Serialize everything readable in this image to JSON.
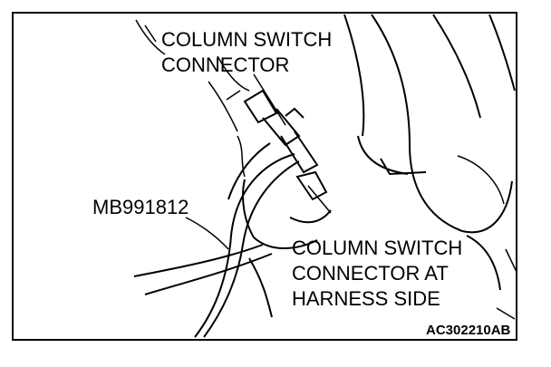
{
  "labels": {
    "column_switch_connector": [
      "COLUMN SWITCH",
      "CONNECTOR"
    ],
    "tool": "MB991812",
    "harness_connector": [
      "COLUMN SWITCH",
      "CONNECTOR AT",
      "HARNESS SIDE"
    ]
  },
  "figure_code": "AC302210AB"
}
